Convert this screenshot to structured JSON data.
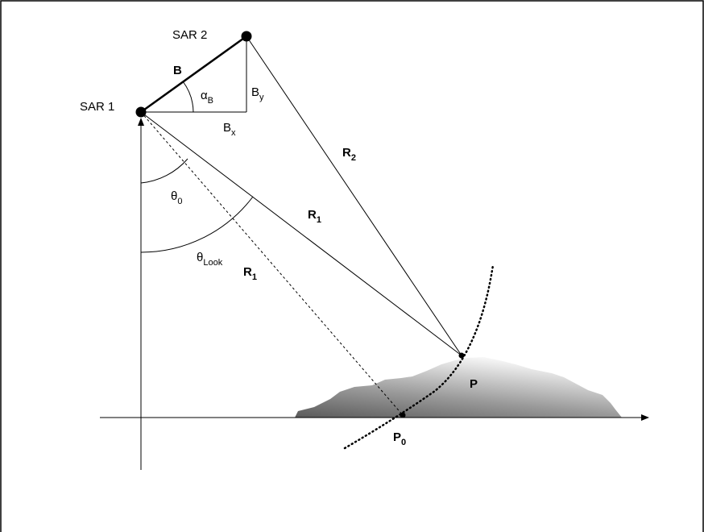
{
  "labels": {
    "sar1": "SAR 1",
    "sar2": "SAR 2",
    "baseline": "B",
    "alpha": "α",
    "alpha_sub": "B",
    "by": "B",
    "by_sub": "y",
    "bx": "B",
    "bx_sub": "x",
    "r2": "R",
    "r2_sub": "2",
    "r1_upper": "R",
    "r1_upper_sub": "1",
    "r1_lower": "R",
    "r1_lower_sub": "1",
    "theta0": "θ",
    "theta0_sub": "0",
    "theta_look": "θ",
    "theta_look_sub": "Look",
    "point_p": "P",
    "point_p0": "P",
    "point_p0_sub": "0"
  },
  "colors": {
    "line": "#000000",
    "terrain_dark": "#606060",
    "terrain_light": "#f4f4f4",
    "background": "#ffffff"
  }
}
